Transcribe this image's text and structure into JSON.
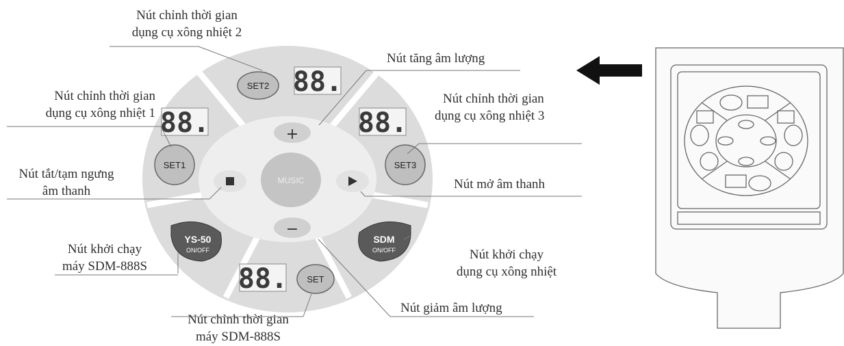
{
  "labels": {
    "set2_l1": "Nút chỉnh thời gian",
    "set2_l2": "dụng cụ xông nhiệt 2",
    "vol_up": "Nút tăng âm lượng",
    "set1_l1": "Nút chỉnh thời gian",
    "set1_l2": "dụng cụ xông nhiệt 1",
    "set3_l1": "Nút chỉnh thời gian",
    "set3_l2": "dụng cụ xông nhiệt 3",
    "stop_l1": "Nút tắt/tạm ngưng",
    "stop_l2": "âm thanh",
    "play": "Nút mở âm thanh",
    "ys_l1": "Nút khởi chạy",
    "ys_l2": "máy SDM-888S",
    "sdm_l1": "Nút khởi chạy",
    "sdm_l2": "dụng cụ xông nhiệt",
    "vol_down": "Nút giảm âm lượng",
    "set_l1": "Nút chỉnh thời gian",
    "set_l2": "máy SDM-888S"
  },
  "buttons": {
    "set2": "SET2",
    "set1": "SET1",
    "set3": "SET3",
    "set": "SET",
    "music": "MUSIC",
    "plus": "+",
    "minus": "−",
    "ys50_l1": "YS-50",
    "ys50_l2": "ON/OFF",
    "sdm_l1": "SDM",
    "sdm_l2": "ON/OFF"
  },
  "displays": {
    "d_top": "88.",
    "d_left": "88.",
    "d_right": "88.",
    "d_bottom": "88."
  },
  "icons": {
    "stop": "stop-icon",
    "play": "play-icon",
    "arrow": "arrow-left-icon"
  },
  "colors": {
    "panel_outer": "#d9d9d9",
    "panel_inner": "#ececec",
    "button_grey": "#bdbdbd",
    "button_dark": "#5a5a5a",
    "display_red": "#4a4a4a"
  }
}
